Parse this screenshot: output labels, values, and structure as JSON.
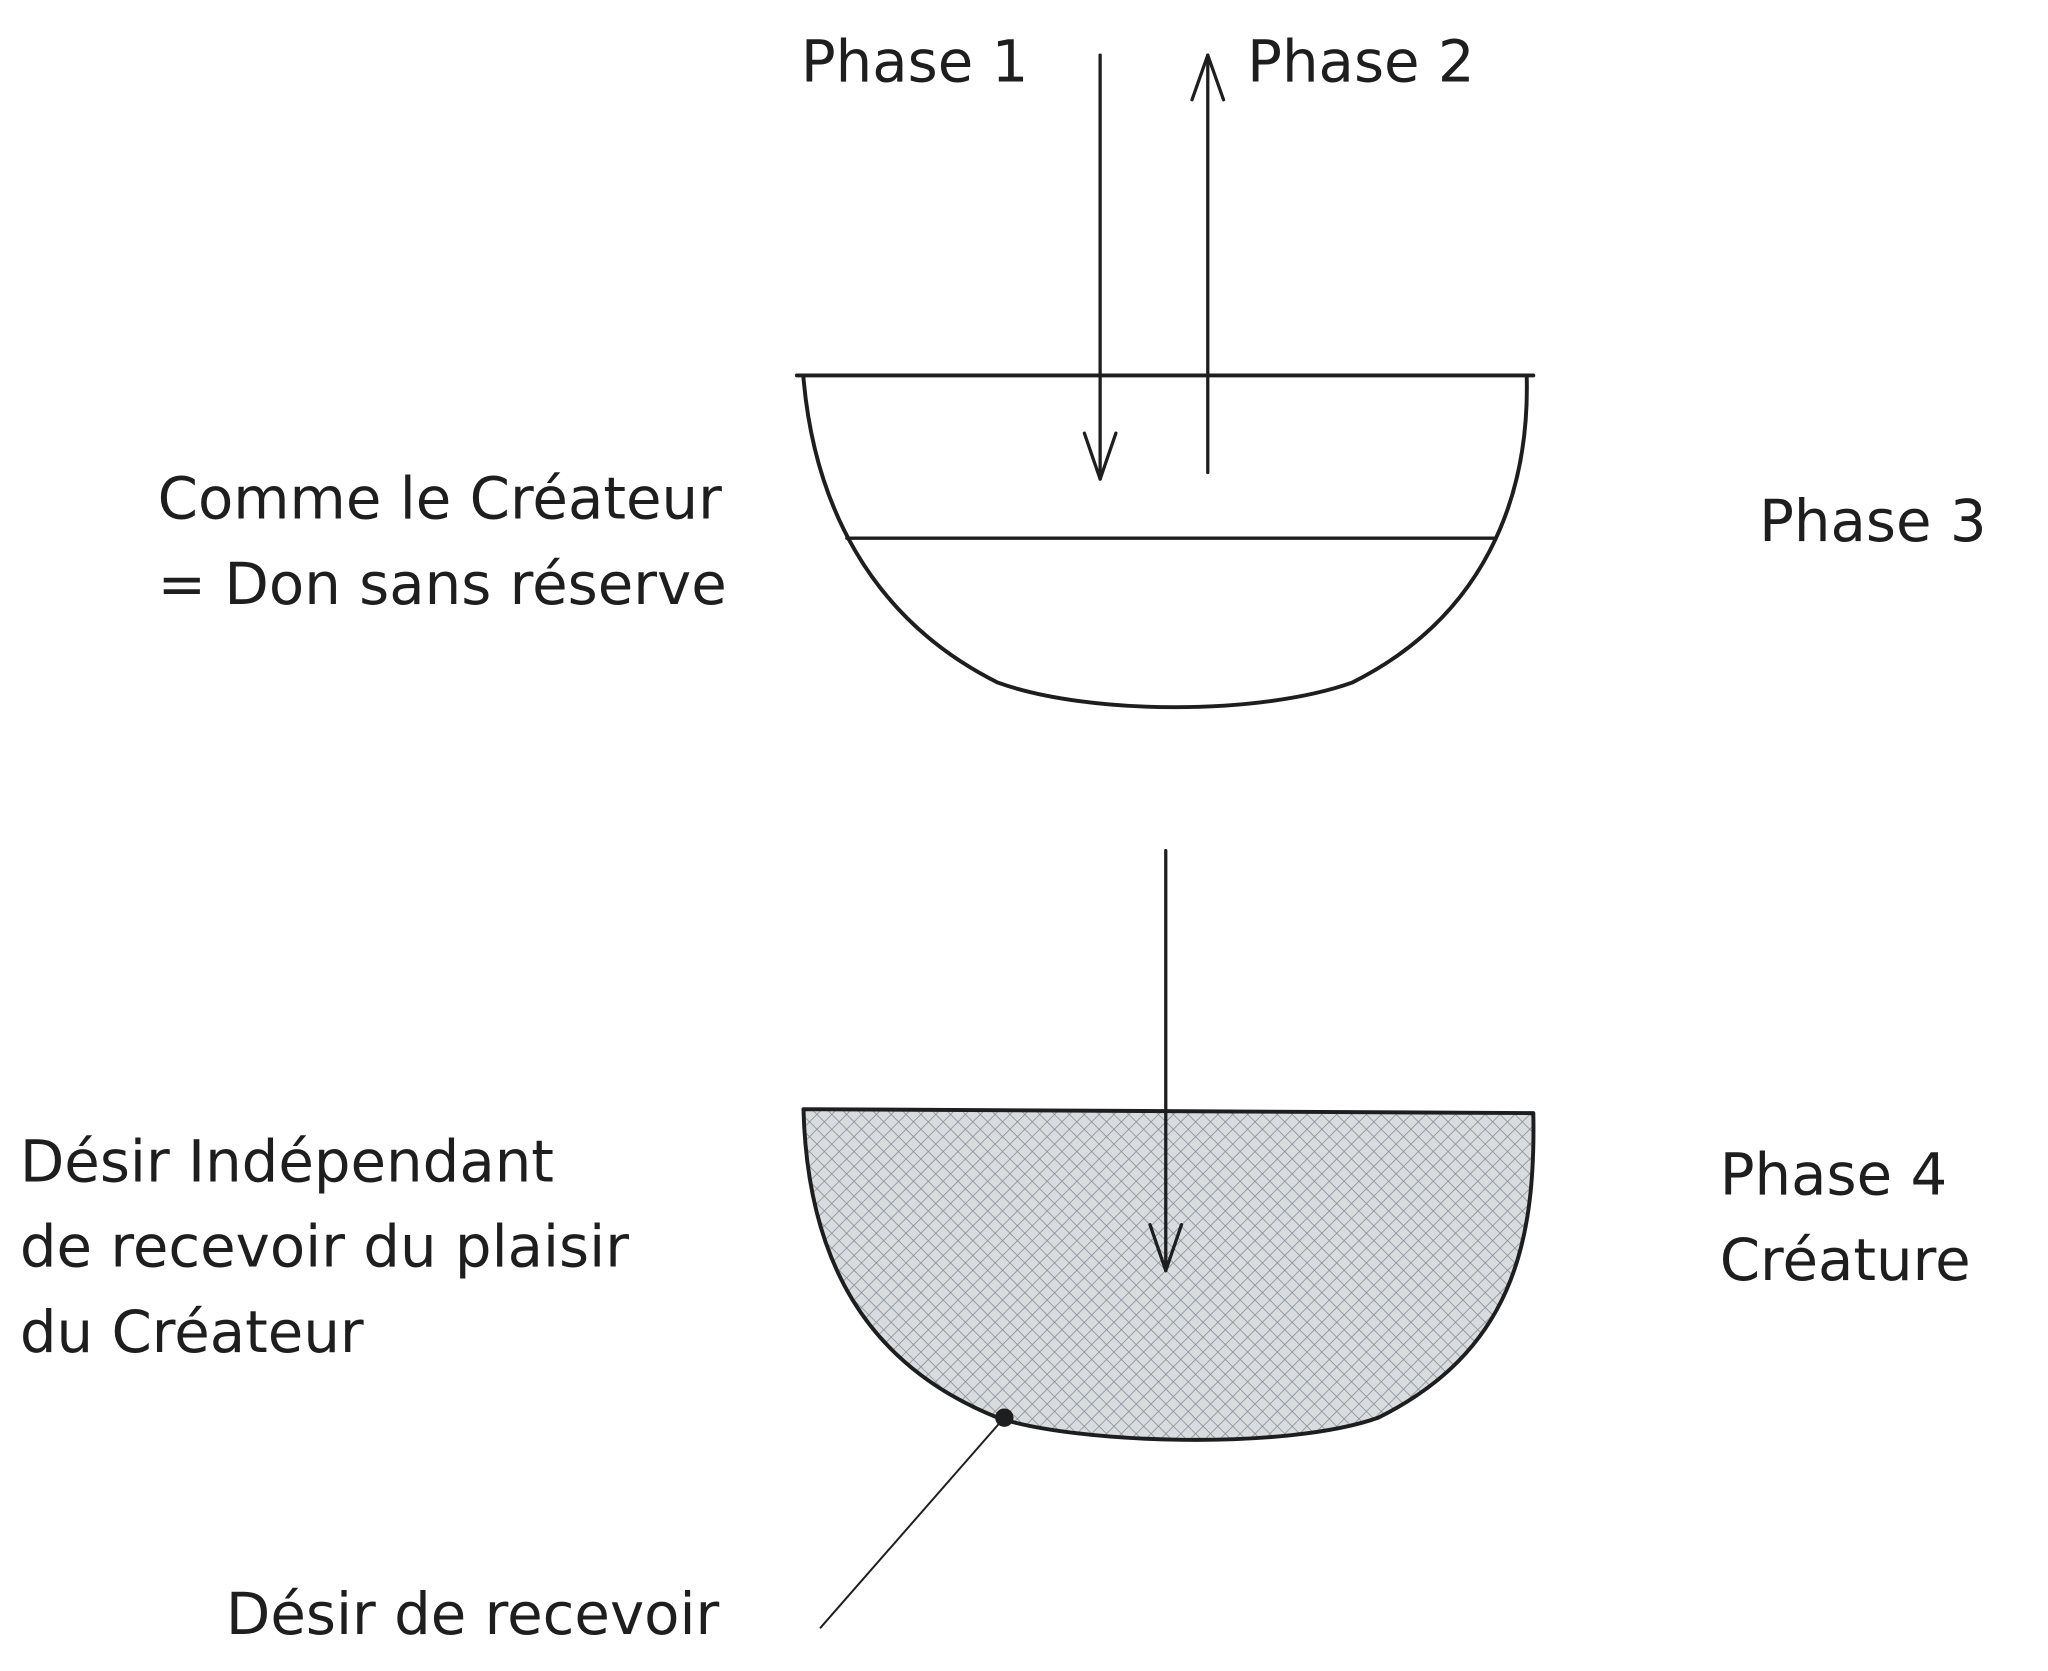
{
  "labels": {
    "phase1": "Phase 1",
    "phase2": "Phase 2",
    "phase3": "Phase 3",
    "phase4": "Phase 4",
    "creature": "Créature",
    "comme_line1": "Comme le Créateur",
    "comme_line2": "= Don sans réserve",
    "desir_line1": "Désir Indépendant",
    "desir_line2": "de recevoir du plaisir",
    "desir_line3": "du Créateur",
    "desir_recevoir": "Désir de recevoir"
  },
  "colors": {
    "ink": "#1e1e1e",
    "hatch": "#868e96"
  }
}
